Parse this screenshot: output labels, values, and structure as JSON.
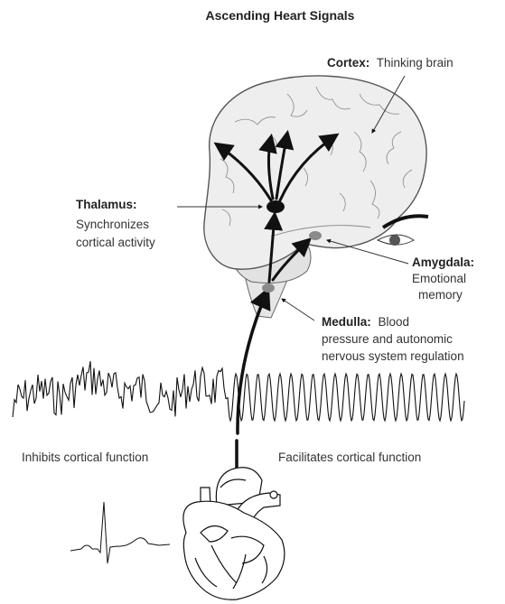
{
  "title": "Ascending Heart Signals",
  "labels": {
    "cortex": {
      "name": "Cortex:",
      "desc": "Thinking brain"
    },
    "thalamus": {
      "name": "Thalamus:",
      "desc_line1": "Synchronizes",
      "desc_line2": "cortical activity"
    },
    "amygdala": {
      "name": "Amygdala:",
      "desc_line1": "Emotional",
      "desc_line2": "memory"
    },
    "medulla": {
      "name": "Medulla:",
      "desc_line1": "Blood",
      "desc_line2": "pressure and autonomic",
      "desc_line3": "nervous system regulation"
    }
  },
  "waveform_captions": {
    "left": "Inhibits cortical function",
    "right": "Facilitates cortical function"
  },
  "colors": {
    "brain_fill": "#eeeeee",
    "brain_stroke": "#555555",
    "arrow": "#111111",
    "node_dark": "#111111",
    "node_gray": "#8a8a8a"
  }
}
